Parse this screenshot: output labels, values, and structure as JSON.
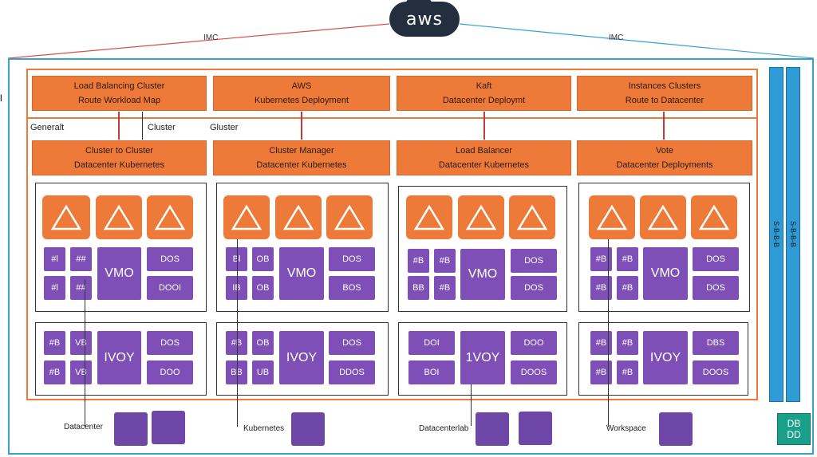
{
  "cloud": {
    "label": "aws"
  },
  "top_lines": {
    "left_label": "IMC",
    "right_label": "IMC"
  },
  "side_label": "l",
  "columns": [
    {
      "header": [
        "Load Balancing Cluster",
        "Route Workload Map"
      ],
      "sub": [
        "Cluster to Cluster",
        "Datacenter Kubernetes"
      ],
      "group_labels": [
        "Generalt",
        "Cluster"
      ],
      "top": {
        "small": [
          "#l",
          "##",
          "#l",
          "##"
        ],
        "center": "VMO",
        "right": [
          "DOS",
          "DOOI"
        ]
      },
      "bottom": {
        "small": [
          "#B",
          "VB",
          "#B",
          "VB"
        ],
        "center": "IVOY",
        "right": [
          "DOS",
          "DOO"
        ]
      },
      "bottom_label": "Datacenter"
    },
    {
      "header": [
        "AWS",
        "Kubernetes Deployment"
      ],
      "sub": [
        "Cluster Manager",
        "Datacenter Kubernetes"
      ],
      "group_labels": [
        "Gluster"
      ],
      "top": {
        "small": [
          "Bl",
          "OB",
          "IB",
          "OB"
        ],
        "center": "VMO",
        "right": [
          "DOS",
          "BOS"
        ]
      },
      "bottom": {
        "small": [
          "#B",
          "OB",
          "BB",
          "UB"
        ],
        "center": "IVOY",
        "right": [
          "DOS",
          "DDOS"
        ]
      },
      "bottom_label": "Kubernetes"
    },
    {
      "header": [
        "Kaft",
        "Datacenter Deploymt"
      ],
      "sub": [
        "Load Balancer",
        "Datacenter Kubernetes"
      ],
      "group_labels": [],
      "top": {
        "small": [
          "#B",
          "#B",
          "BB",
          "#B"
        ],
        "center": "VMO",
        "right": [
          "DOS",
          "DOS"
        ]
      },
      "bottom": {
        "small": [],
        "center": "1VOY",
        "right": [
          "DOO",
          "DOOS"
        ],
        "left": [
          "DOI",
          "BOI"
        ]
      },
      "bottom_label": "Datacenterlab"
    },
    {
      "header": [
        "Instances Clusters",
        "Route to Datacenter"
      ],
      "sub": [
        "Vote",
        "Datacenter Deployments"
      ],
      "group_labels": [],
      "top": {
        "small": [
          "#B",
          "#B",
          "#B",
          "#B"
        ],
        "center": "VMO",
        "right": [
          "DOS",
          "DOS"
        ]
      },
      "bottom": {
        "small": [
          "#B",
          "#B",
          "#B",
          "#B"
        ],
        "center": "IVOY",
        "right": [
          "DBS",
          "DOOS"
        ]
      },
      "bottom_label": "Workspace"
    }
  ],
  "right_bars": [
    "S-B-B-B",
    "S-B-B-B"
  ],
  "teal_box": [
    "DB",
    "DD"
  ]
}
